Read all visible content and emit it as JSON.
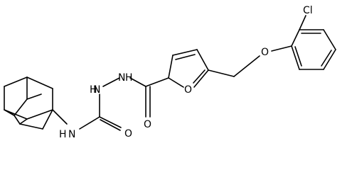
{
  "diagram_type": "chemical structure",
  "atom_labels": {
    "nh_adamantyl": "H",
    "n_adamantyl": "N",
    "o_urea": "O",
    "nh_hydrazide": "H",
    "n_hydrazide": "N",
    "o_amide": "O",
    "o_furan": "O",
    "o_ether": "O",
    "cl": "Cl"
  }
}
